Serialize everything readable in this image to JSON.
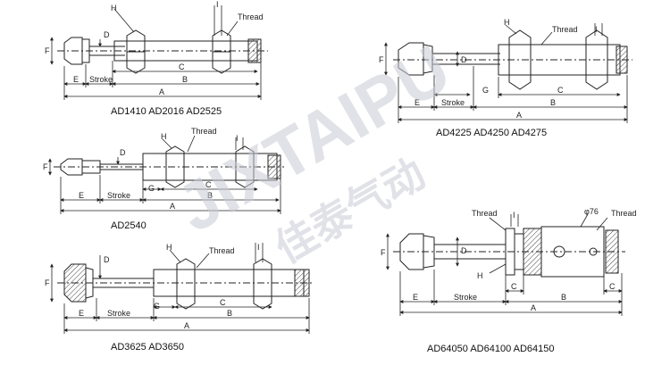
{
  "labels": {
    "H": "H",
    "D": "D",
    "F": "F",
    "I": "I",
    "E": "E",
    "G": "G",
    "A": "A",
    "B": "B",
    "C": "C",
    "stroke": "Stroke",
    "thread": "Thread",
    "phi76": "φ76"
  },
  "captions": {
    "d1": "AD1410 AD2016 AD2525",
    "d2": "AD4225 AD4250 AD4275",
    "d3": "AD2540",
    "d4": "AD3625 AD3650",
    "d5": "AD64050 AD64100 AD64150"
  },
  "watermark": {
    "brand": "JIXTAIPU",
    "chinese": "佳泰气动"
  },
  "colors": {
    "line": "#222222",
    "watermark": "#c9ccd6"
  }
}
